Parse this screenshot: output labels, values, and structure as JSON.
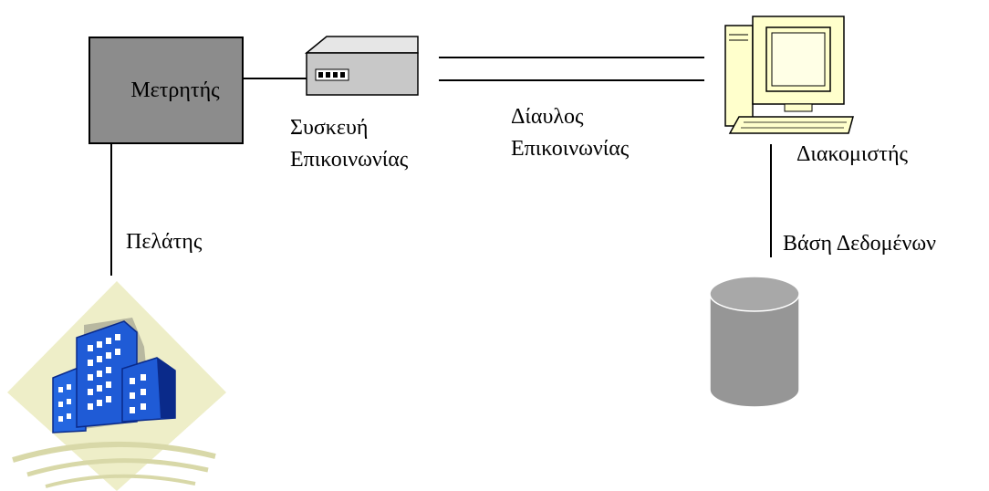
{
  "diagram": {
    "nodes": {
      "meter": {
        "label": "Μετρητής"
      },
      "comm_device": {
        "label_line1": "Συσκευή",
        "label_line2": "Επικοινωνίας"
      },
      "channel": {
        "label_line1": "Δίαυλος",
        "label_line2": "Επικοινωνίας"
      },
      "server": {
        "label": "Διακομιστής"
      },
      "database": {
        "label": "Βάση Δεδομένων"
      },
      "client": {
        "label": "Πελάτης"
      }
    },
    "colors": {
      "meter_fill": "#8c8c8c",
      "device_fill": "#c8c8c8",
      "computer_fill": "#ffffcc",
      "database_fill": "#969696",
      "building_blue": "#1f5bd6",
      "building_dark": "#0a2a8a",
      "diamond_fill": "#eeeec8"
    }
  }
}
